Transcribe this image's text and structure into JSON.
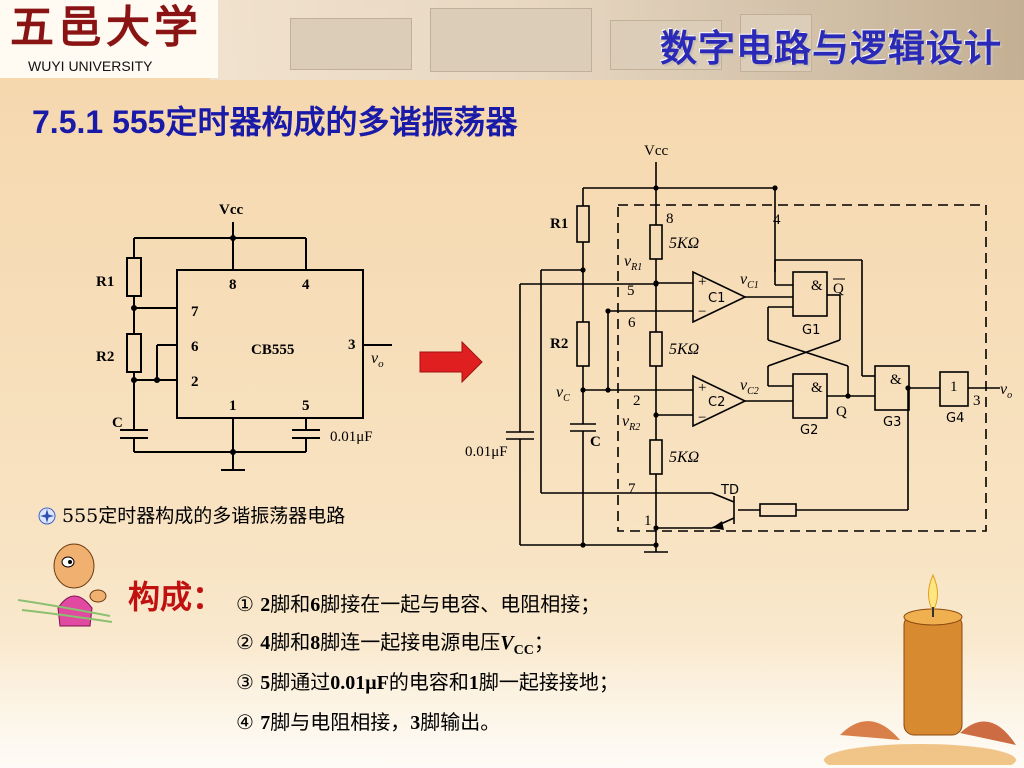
{
  "header": {
    "logo_cn": "五邑大学",
    "logo_en": "WUYI UNIVERSITY",
    "course_title": "数字电路与逻辑设计"
  },
  "section_title": "7.5.1 555定时器构成的多谐振荡器",
  "left_circuit": {
    "vcc": "Vcc",
    "r1": "R1",
    "r2": "R2",
    "c": "C",
    "chip": "CB555",
    "pin8": "8",
    "pin4": "4",
    "pin7": "7",
    "pin6": "6",
    "pin2": "2",
    "pin3": "3",
    "pin1": "1",
    "pin5": "5",
    "vo": "v",
    "vo_sub": "o",
    "cap_val": "0.01μF"
  },
  "right_circuit": {
    "vcc": "Vcc",
    "r1": "R1",
    "r2": "R2",
    "c": "C",
    "res_5k_1": "5KΩ",
    "res_5k_2": "5KΩ",
    "res_5k_3": "5KΩ",
    "pin8": "8",
    "pin4": "4",
    "pin5": "5",
    "pin6": "6",
    "pin2": "2",
    "pin7": "7",
    "pin1": "1",
    "pin3": "3",
    "vr1": "v",
    "vr1_sub": "R1",
    "vr2": "v",
    "vr2_sub": "R2",
    "vc": "v",
    "vc_sub": "C",
    "vc1": "v",
    "vc1_sub": "C1",
    "vc2": "v",
    "vc2_sub": "C2",
    "c1": "C1",
    "c2": "C2",
    "g1": "G1",
    "g2": "G2",
    "g3": "G3",
    "g4": "G4",
    "and": "&",
    "one": "1",
    "q": "Q",
    "qbar": "Q",
    "td": "TD",
    "plus": "+",
    "minus": "−",
    "cap_val": "0.01μF",
    "vo": "v",
    "vo_sub": "o"
  },
  "caption": "555定时器构成的多谐振荡器电路",
  "construction_label": "构成：",
  "items": [
    {
      "num": "①",
      "text_a": " ",
      "b1": "2",
      "t1": "脚和",
      "b2": "6",
      "t2": "脚接在一起与电容、电阻相接；"
    },
    {
      "num": "②",
      "text_a": " ",
      "b1": "4",
      "t1": "脚和",
      "b2": "8",
      "t2": "脚连一起接电源电压",
      "vcc": "V",
      "vcc_sub": "CC",
      "t3": "；"
    },
    {
      "num": "③",
      "text_a": " ",
      "b1": "5",
      "t1": "脚通过",
      "b2": "0.01μF",
      "t2": "的电容和",
      "b3": "1",
      "t3": "脚一起接接地；"
    },
    {
      "num": "④",
      "text_a": " ",
      "b1": "7",
      "t1": "脚与电阻相接，",
      "b2": "3",
      "t2": "脚输出。"
    }
  ],
  "colors": {
    "title_blue": "#1a1aa8",
    "construction_red": "#c01010",
    "arrow_red": "#e02020",
    "background": "#f7dcb4"
  }
}
